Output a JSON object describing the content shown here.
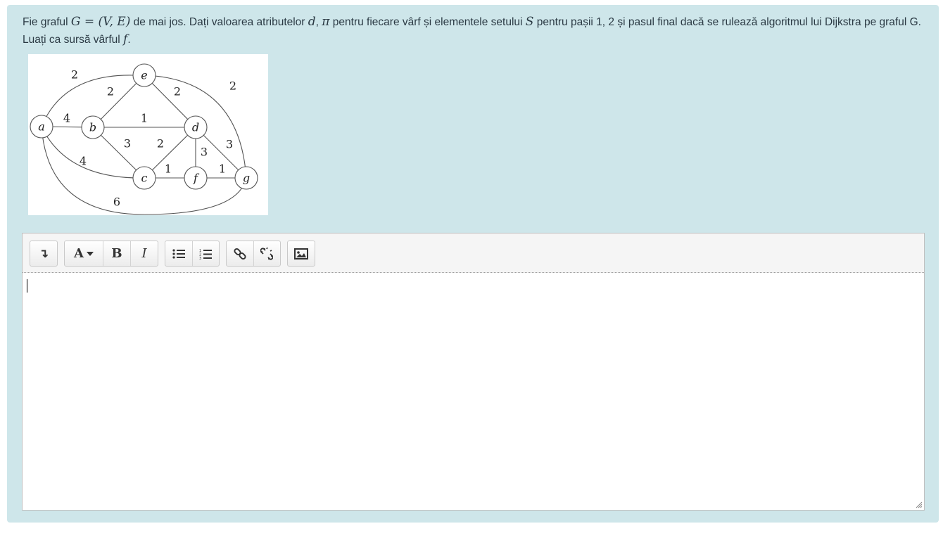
{
  "question": {
    "segments": [
      {
        "text": "Fie graful ",
        "math": false
      },
      {
        "text": "G = (V, E)",
        "math": true
      },
      {
        "text": " de mai jos. Dați valoarea atributelor ",
        "math": false
      },
      {
        "text": "d",
        "math": true
      },
      {
        "text": ", ",
        "math": false
      },
      {
        "text": "π",
        "math": true
      },
      {
        "text": " pentru fiecare vârf și elementele setului ",
        "math": false
      },
      {
        "text": "S",
        "math": true
      },
      {
        "text": " pentru pașii 1, 2 și pasul final dacă se rulează algoritmul lui Dijkstra pe graful G. Luați ca sursă vârful ",
        "math": false
      },
      {
        "text": "f",
        "math": true
      },
      {
        "text": ".",
        "math": false
      }
    ]
  },
  "graph": {
    "nodes": [
      "a",
      "b",
      "c",
      "d",
      "e",
      "f",
      "g"
    ],
    "edge_weights": {
      "a-e": "2",
      "b-e": "2",
      "e-d": "2",
      "e-g": "2",
      "a-b": "4",
      "b-d": "1",
      "b-c": "3",
      "c-d": "2",
      "d-f": "3",
      "d-g": "3",
      "a-c": "4",
      "c-f": "1",
      "f-g": "1",
      "a-g": "6"
    }
  },
  "editor": {
    "toolbar_icons": [
      "toggle-toolbar-icon",
      "font-style-icon",
      "bold-icon",
      "italic-icon",
      "unordered-list-icon",
      "ordered-list-icon",
      "link-icon",
      "unlink-icon",
      "image-icon"
    ],
    "labels": {
      "font": "A",
      "bold": "B",
      "italic": "I",
      "toggle": "↴"
    },
    "content": ""
  }
}
